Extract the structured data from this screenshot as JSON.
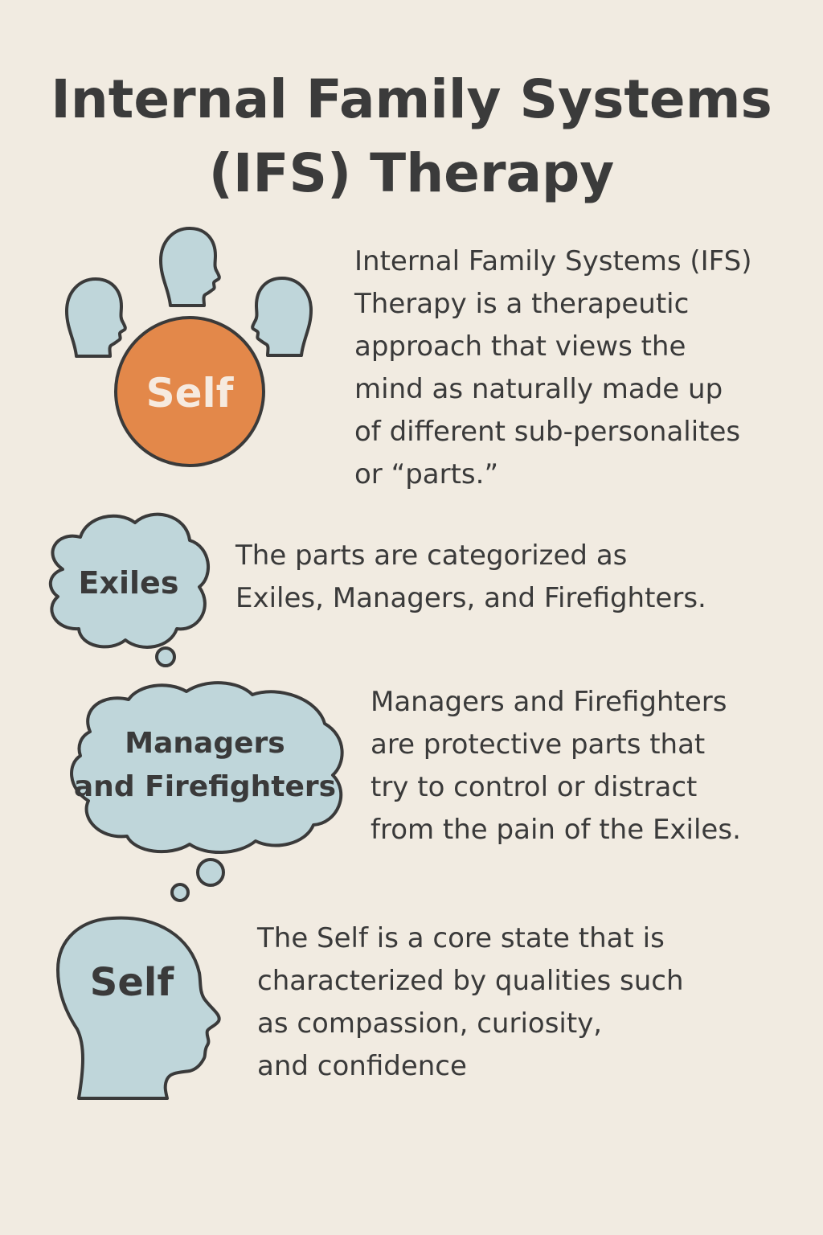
{
  "title": {
    "line1": "Internal Family Systems",
    "line2": "(IFS) Therapy"
  },
  "intro": {
    "label": "Self",
    "lines": [
      "Internal Family Systems (IFS)",
      "Therapy is a therapeutic",
      "approach that views the",
      "mind as naturally made up",
      "of different sub-personalites",
      "or “parts.”"
    ]
  },
  "parts": {
    "label": "Exiles",
    "lines": [
      "The parts are categorized as",
      "Exiles, Managers, and Firefighters."
    ]
  },
  "protectors": {
    "label_line1": "Managers",
    "label_line2": "and Firefighters",
    "lines": [
      "Managers and Firefighters",
      "are protective parts that",
      "try to control or distract",
      "from the pain of the Exiles."
    ]
  },
  "self": {
    "label": "Self",
    "lines": [
      "The Self is a core state that is",
      "characterized by qualities such",
      "as compassion, curiosity,",
      "and confidence"
    ]
  },
  "colors": {
    "background": "#f1ebe1",
    "bubble_fill": "#bfd6da",
    "self_circle": "#e3884a",
    "outline": "#3a3a3a",
    "text": "#3a3a3a"
  },
  "icons": [
    "person-head-icon",
    "self-circle-icon",
    "thought-cloud-icon",
    "head-profile-icon"
  ]
}
